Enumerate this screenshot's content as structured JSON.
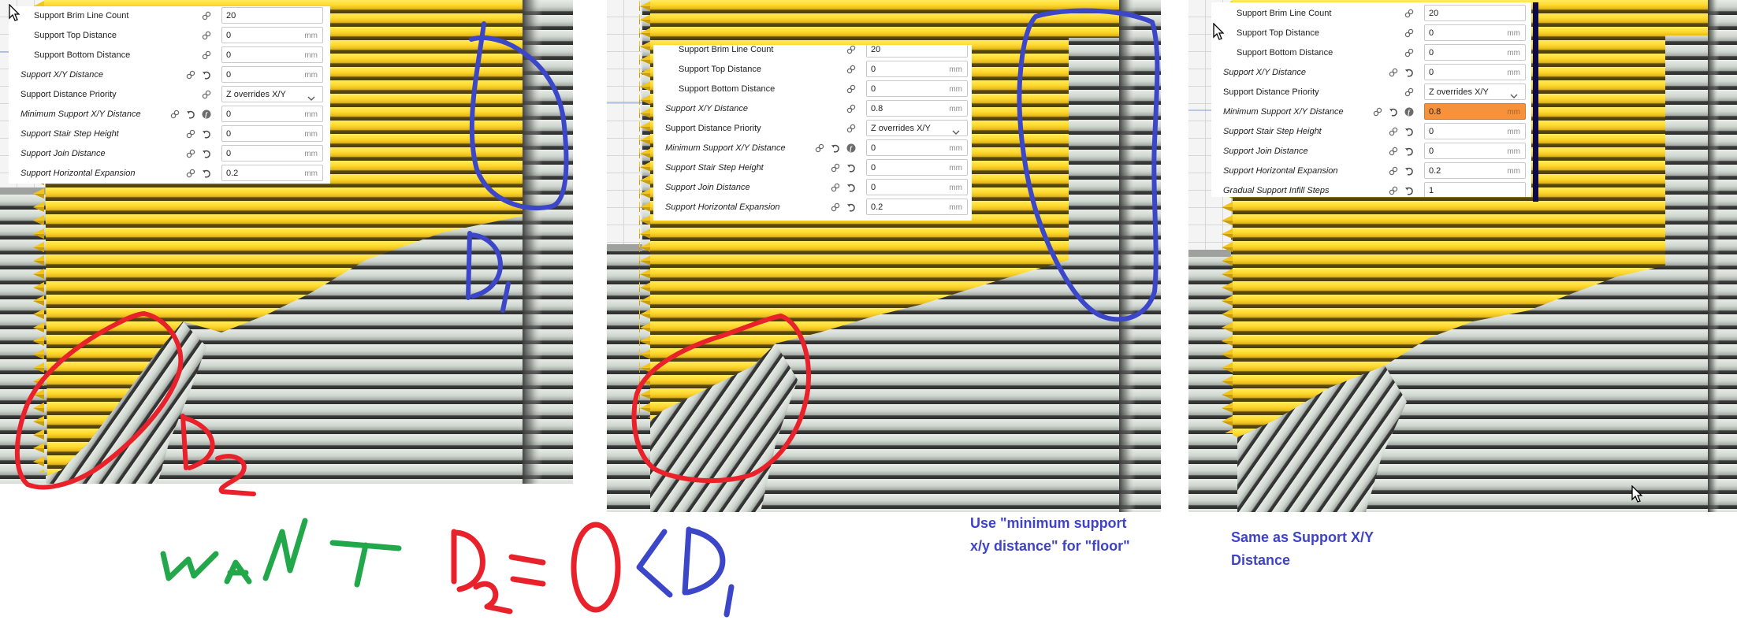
{
  "panels": [
    {
      "name": "before",
      "settings": {
        "rows": [
          {
            "label": "Support Brim Line Count",
            "indent": true,
            "italic": false,
            "icons": [
              "link"
            ],
            "value": "20",
            "unit": ""
          },
          {
            "label": "Support Top Distance",
            "indent": true,
            "italic": false,
            "icons": [
              "link"
            ],
            "value": "0",
            "unit": "mm"
          },
          {
            "label": "Support Bottom Distance",
            "indent": true,
            "italic": false,
            "icons": [
              "link"
            ],
            "value": "0",
            "unit": "mm"
          },
          {
            "label": "Support X/Y Distance",
            "indent": false,
            "italic": true,
            "icons": [
              "link",
              "reset"
            ],
            "value": "0",
            "unit": "mm"
          },
          {
            "label": "Support Distance Priority",
            "indent": false,
            "italic": false,
            "icons": [
              "link"
            ],
            "value": "Z overrides X/Y",
            "unit": "",
            "type": "dropdown"
          },
          {
            "label": "Minimum Support X/Y Distance",
            "indent": false,
            "italic": true,
            "icons": [
              "link",
              "reset",
              "fx"
            ],
            "value": "0",
            "unit": "mm"
          },
          {
            "label": "Support Stair Step Height",
            "indent": false,
            "italic": true,
            "icons": [
              "link",
              "reset"
            ],
            "value": "0",
            "unit": "mm"
          },
          {
            "label": "Support Join Distance",
            "indent": false,
            "italic": true,
            "icons": [
              "link",
              "reset"
            ],
            "value": "0",
            "unit": "mm"
          },
          {
            "label": "Support Horizontal Expansion",
            "indent": false,
            "italic": true,
            "icons": [
              "link",
              "reset"
            ],
            "value": "0.2",
            "unit": "mm"
          }
        ]
      }
    },
    {
      "name": "xy-distance-0.8",
      "settings": {
        "rows": [
          {
            "label": "Support Brim Line Count",
            "indent": true,
            "italic": false,
            "icons": [
              "link"
            ],
            "value": "20",
            "unit": ""
          },
          {
            "label": "Support Top Distance",
            "indent": true,
            "italic": false,
            "icons": [
              "link"
            ],
            "value": "0",
            "unit": "mm"
          },
          {
            "label": "Support Bottom Distance",
            "indent": true,
            "italic": false,
            "icons": [
              "link"
            ],
            "value": "0",
            "unit": "mm"
          },
          {
            "label": "Support X/Y Distance",
            "indent": false,
            "italic": true,
            "icons": [
              "link"
            ],
            "value": "0.8",
            "unit": "mm"
          },
          {
            "label": "Support Distance Priority",
            "indent": false,
            "italic": false,
            "icons": [
              "link"
            ],
            "value": "Z overrides X/Y",
            "unit": "",
            "type": "dropdown"
          },
          {
            "label": "Minimum Support X/Y Distance",
            "indent": false,
            "italic": true,
            "icons": [
              "link",
              "reset",
              "fx"
            ],
            "value": "0",
            "unit": "mm"
          },
          {
            "label": "Support Stair Step Height",
            "indent": false,
            "italic": true,
            "icons": [
              "link",
              "reset"
            ],
            "value": "0",
            "unit": "mm"
          },
          {
            "label": "Support Join Distance",
            "indent": false,
            "italic": true,
            "icons": [
              "link",
              "reset"
            ],
            "value": "0",
            "unit": "mm"
          },
          {
            "label": "Support Horizontal Expansion",
            "indent": false,
            "italic": true,
            "icons": [
              "link",
              "reset"
            ],
            "value": "0.2",
            "unit": "mm"
          }
        ]
      }
    },
    {
      "name": "min-xy-distance-0.8",
      "settings": {
        "rows": [
          {
            "label": "Support Brim Line Count",
            "indent": true,
            "italic": false,
            "icons": [
              "link"
            ],
            "value": "20",
            "unit": ""
          },
          {
            "label": "Support Top Distance",
            "indent": true,
            "italic": false,
            "icons": [
              "link"
            ],
            "value": "0",
            "unit": "mm"
          },
          {
            "label": "Support Bottom Distance",
            "indent": true,
            "italic": false,
            "icons": [
              "link"
            ],
            "value": "0",
            "unit": "mm"
          },
          {
            "label": "Support X/Y Distance",
            "indent": false,
            "italic": true,
            "icons": [
              "link",
              "reset"
            ],
            "value": "0",
            "unit": "mm"
          },
          {
            "label": "Support Distance Priority",
            "indent": false,
            "italic": false,
            "icons": [
              "link"
            ],
            "value": "Z overrides X/Y",
            "unit": "",
            "type": "dropdown"
          },
          {
            "label": "Minimum Support X/Y Distance",
            "indent": false,
            "italic": true,
            "icons": [
              "link",
              "reset",
              "fx"
            ],
            "value": "0.8",
            "unit": "mm",
            "highlight": true
          },
          {
            "label": "Support Stair Step Height",
            "indent": false,
            "italic": true,
            "icons": [
              "link",
              "reset"
            ],
            "value": "0",
            "unit": "mm"
          },
          {
            "label": "Support Join Distance",
            "indent": false,
            "italic": true,
            "icons": [
              "link",
              "reset"
            ],
            "value": "0",
            "unit": "mm"
          },
          {
            "label": "Support Horizontal Expansion",
            "indent": false,
            "italic": true,
            "icons": [
              "link",
              "reset"
            ],
            "value": "0.2",
            "unit": "mm"
          },
          {
            "label": "Gradual Support Infill Steps",
            "indent": false,
            "italic": true,
            "icons": [
              "link",
              "reset"
            ],
            "value": "1",
            "unit": ""
          }
        ]
      }
    }
  ],
  "annotations": {
    "d1_label": "D1",
    "d2_label": "D2",
    "bottom_note": "WANT D2=0<D1",
    "note_panel2": [
      "Use \"minimum support",
      "x/y distance\" for \"floor\""
    ],
    "note_panel3": [
      "Same as Support X/Y",
      "Distance"
    ]
  },
  "colors": {
    "annotation_blue": "#3c46c8",
    "annotation_red": "#e8212a",
    "annotation_green": "#22a84a",
    "note_text": "#3f44c6",
    "highlight_orange": "#f7913a",
    "model_yellow": "#ffd52a",
    "support_grey": "#cdd4cd"
  },
  "icons": {
    "link": "link-icon",
    "reset": "reset-icon",
    "fx": "function-icon",
    "dropdown": "chevron-down-icon",
    "cursor": "mouse-pointer-icon"
  }
}
